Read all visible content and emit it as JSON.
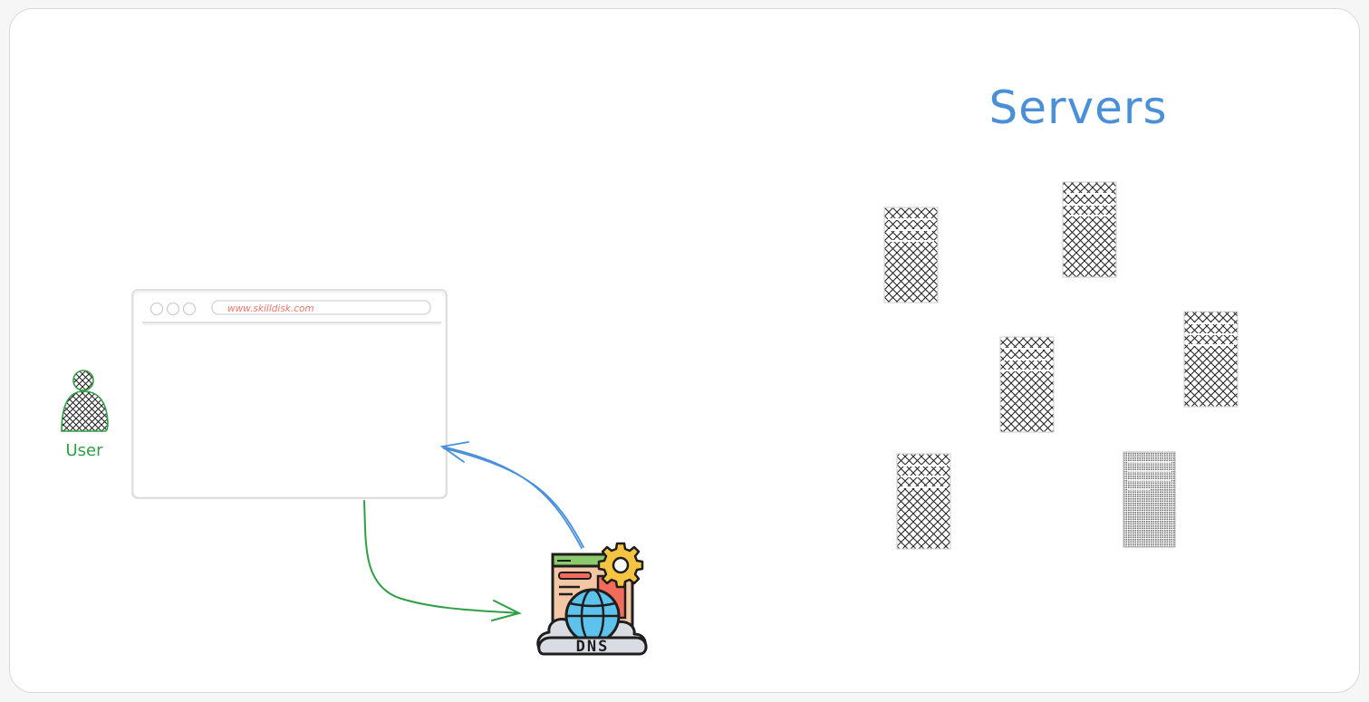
{
  "title": "Servers",
  "user": {
    "label": "User"
  },
  "browser": {
    "url": "www.skilldisk.com"
  },
  "dns": {
    "label": "DNS"
  },
  "colors": {
    "title": "#4a90d9",
    "user": "#2f9e44",
    "url": "#e8776b",
    "arrow_request": "#2f9e44",
    "arrow_response": "#4a90d9",
    "sketch_gray": "#cfcfcf",
    "hatch": "#1e1e1e"
  },
  "servers": [
    {
      "id": "server-1",
      "fill": "cross-hatch"
    },
    {
      "id": "server-2",
      "fill": "cross-hatch"
    },
    {
      "id": "server-3",
      "fill": "cross-hatch"
    },
    {
      "id": "server-4",
      "fill": "cross-hatch"
    },
    {
      "id": "server-5",
      "fill": "cross-hatch"
    },
    {
      "id": "server-6",
      "fill": "dense-shade"
    }
  ],
  "icons": {
    "user": "person-icon",
    "dns": "dns-server-icon",
    "gear": "gear-icon",
    "globe": "globe-icon"
  }
}
